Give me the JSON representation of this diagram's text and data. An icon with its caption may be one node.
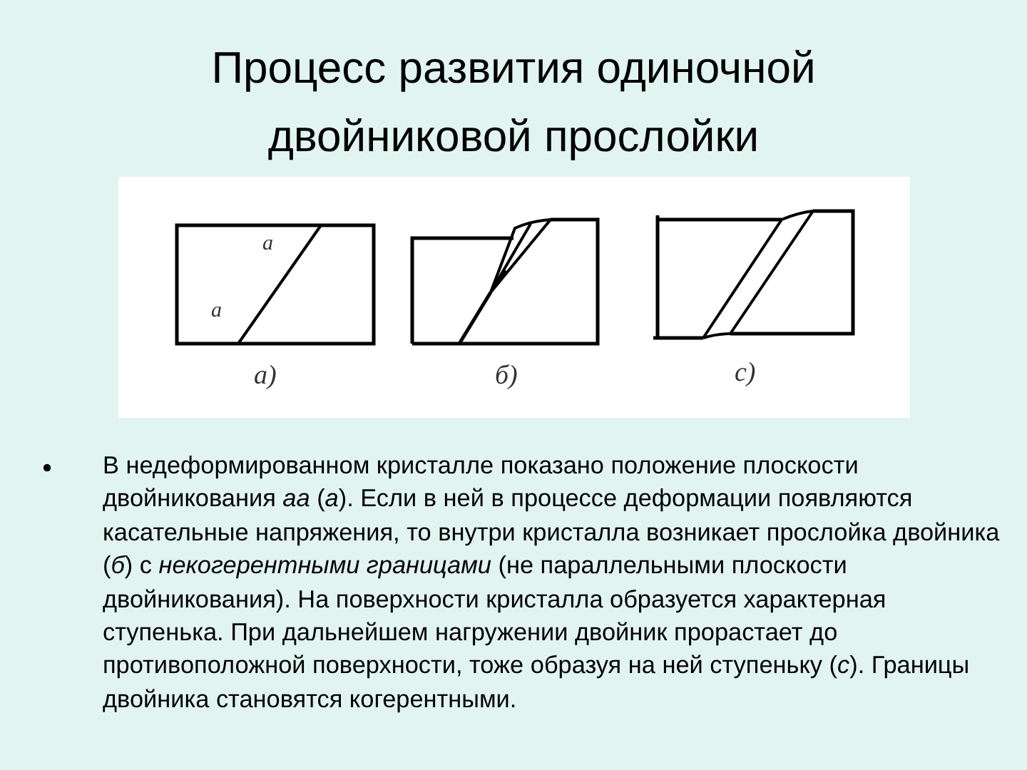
{
  "diagram": {
    "title": "Процесс развития одиночной двойниковой прослойки",
    "labels": [
      "а",
      "а",
      "а)",
      "б)",
      "с)",
      "В недеформированном кристалле показано положение плоскости двойникования *аа* (*а*). Если в ней в процессе деформации появляются касательные напряжения, то внутри кристалла возникает прослойка двойника (*б*) с *некогерентными границами* (не параллельными плоскости двойникования). На поверхности кристалла образуется характерная ступенька. При дальнейшем нагружении двойник прорастает до противоположной поверхности, тоже образуя на ней ступеньку (*с*). Границы двойника становятся когерентными."
    ]
  }
}
